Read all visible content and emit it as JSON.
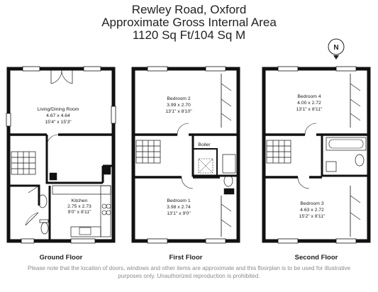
{
  "header": {
    "address": "Rewley Road, Oxford",
    "area_title": "Approximate Gross Internal Area",
    "area_value": "1120 Sq Ft/104 Sq M"
  },
  "compass": {
    "label": "N"
  },
  "ground_floor": {
    "label": "Ground Floor",
    "living": {
      "name": "Living/Dining Room",
      "metric": "4.67 x 4.64",
      "imperial": "15'4\" x 15'3\""
    },
    "kitchen": {
      "name": "Kitchen",
      "metric": "2.75 x 2.73",
      "imperial": "9'0\" x 8'11\""
    }
  },
  "first_floor": {
    "label": "First Floor",
    "bedroom2": {
      "name": "Bedroom 2",
      "metric": "3.99 x 2.70",
      "imperial": "13'1\" x 8'10\""
    },
    "boiler": {
      "name": "Boiler"
    },
    "bedroom1": {
      "name": "Bedroom 1",
      "metric": "3.98 x 2.74",
      "imperial": "13'1\" x 9'0\""
    }
  },
  "second_floor": {
    "label": "Second Floor",
    "bedroom4": {
      "name": "Bedroom 4",
      "metric": "4.00 x 2.72",
      "imperial": "13'1\" x 8'11\""
    },
    "bedroom3": {
      "name": "Bedroom 3",
      "metric": "4.63 x 2.72",
      "imperial": "15'2\" x 8'11\""
    }
  },
  "disclaimer": {
    "line1": "Please note that the location of doors, windows and other items are approximate and this floorplan is to be used for illustrative",
    "line2": "purposes only. Unauthorized reproduction is prohibited."
  },
  "colors": {
    "wall": "#111111",
    "fixture": "#555555",
    "text": "#1a1a1a",
    "disclaimer": "#8a8a8a"
  }
}
